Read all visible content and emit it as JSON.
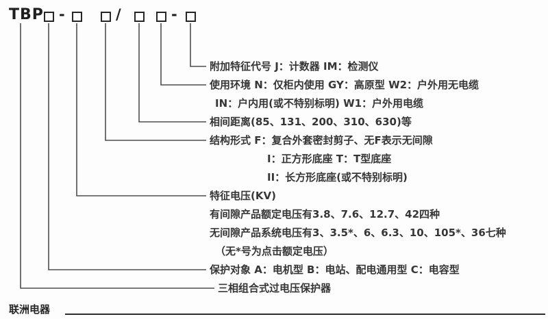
{
  "model": {
    "prefix": "TBP-",
    "dash": "-",
    "slash": "/"
  },
  "annotations": {
    "feature_code": "附加特征代号 J：计数器 IM：检测仪",
    "environment": "使用环境 N：仅柜内使用 GY：高原型 W2：户外用无电缆",
    "environment_cont": "IN：户内用(或不特别标明) W1：户外用电缆",
    "phase_distance": "相间距离(85、131、200、310、630)等",
    "structure": "结构形式 F：复合外套密封剪子、无F表示无间隙",
    "structure_cont1": "I：正方形底座 T：T型底座",
    "structure_cont2": "II：长方形底座(或不特别标明)",
    "voltage": "特征电压(KV)",
    "voltage_cont1": "有间隙产品额定电压有3.8、7.6、12.7、42四种",
    "voltage_cont2": "无间隙产品系统电压有3、3.5*、6、6.3、10、105*、36七种",
    "voltage_cont3": "（无*号为点击额定电压）",
    "protection": "保护对象 A：电机型 B：电站、配电通用型 C：电容型",
    "product": "三相组合式过电压保护器"
  },
  "footer": {
    "brand": "联洲电器"
  }
}
